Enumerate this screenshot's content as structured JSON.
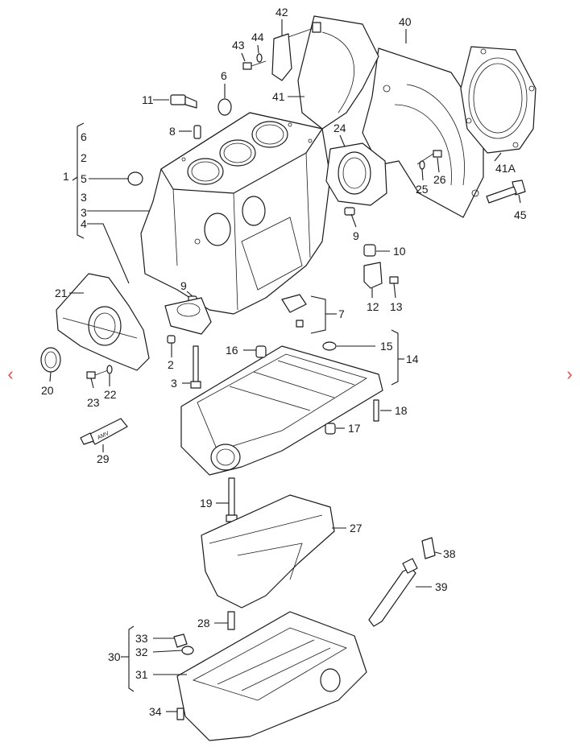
{
  "nav": {
    "prev_icon": "chevron-left-icon",
    "next_icon": "chevron-right-icon",
    "prev_glyph": "‹",
    "next_glyph": "›",
    "accent_color": "#e0524a"
  },
  "labels": {
    "l1": "1",
    "l2": "2",
    "l2b": "2",
    "l3": "3",
    "l3b": "3",
    "l4": "4",
    "l5": "5",
    "l6": "6",
    "l6b": "6",
    "l7": "7",
    "l8": "8",
    "l9": "9",
    "l9b": "9",
    "l10": "10",
    "l11": "11",
    "l12": "12",
    "l13": "13",
    "l14": "14",
    "l15": "15",
    "l16": "16",
    "l17": "17",
    "l18": "18",
    "l19": "19",
    "l20": "20",
    "l21": "21",
    "l22": "22",
    "l23": "23",
    "l24": "24",
    "l25": "25",
    "l26": "26",
    "l27": "27",
    "l28": "28",
    "l29": "29",
    "l30": "30",
    "l31": "31",
    "l32": "32",
    "l33": "33",
    "l34": "34",
    "l38": "38",
    "l39": "39",
    "l40": "40",
    "l41": "41",
    "l41a": "41A",
    "l42": "42",
    "l43": "43",
    "l44": "44",
    "l45": "45"
  },
  "tube_text": "AMV"
}
